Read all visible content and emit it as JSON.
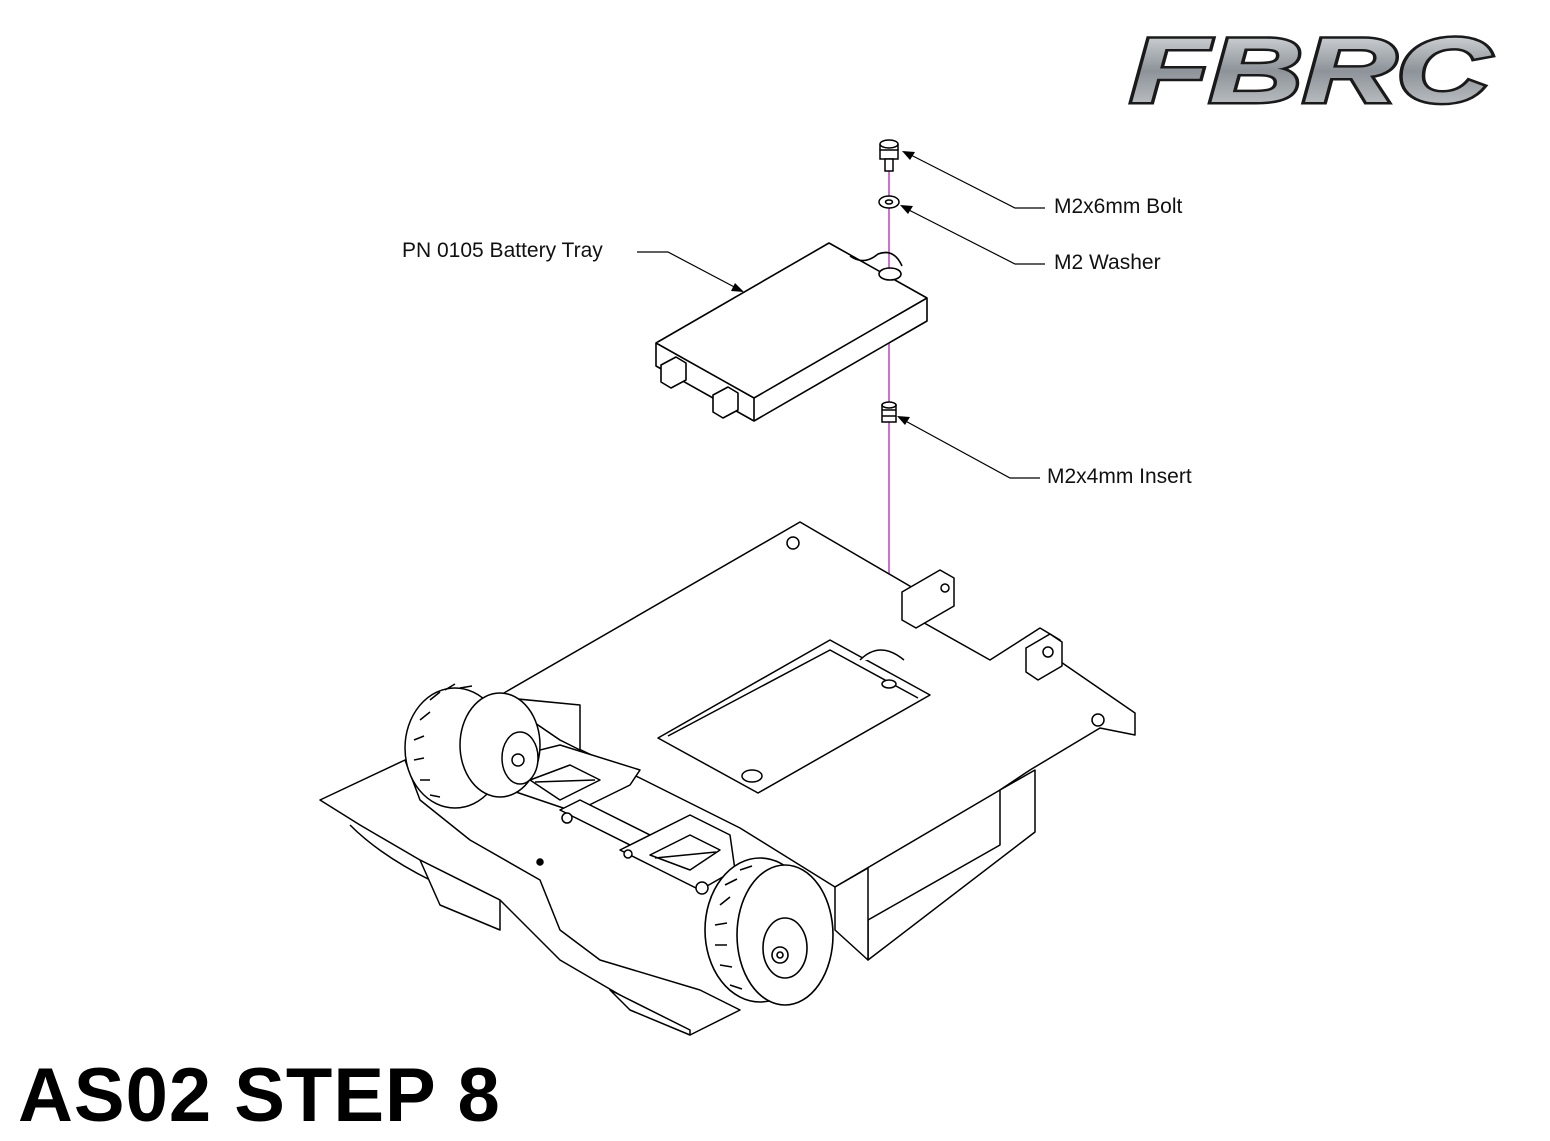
{
  "logo": {
    "text": "FBRC"
  },
  "callouts": {
    "bolt": "M2x6mm Bolt",
    "washer": "M2 Washer",
    "battery_tray": "PN 0105 Battery Tray",
    "insert": "M2x4mm Insert"
  },
  "step_title": "AS02 STEP 8",
  "colors": {
    "line": "#000000",
    "assembly_axis": "#c040c0",
    "logo_fill": "#9aa0a6",
    "logo_outline": "#1a1a1a"
  }
}
